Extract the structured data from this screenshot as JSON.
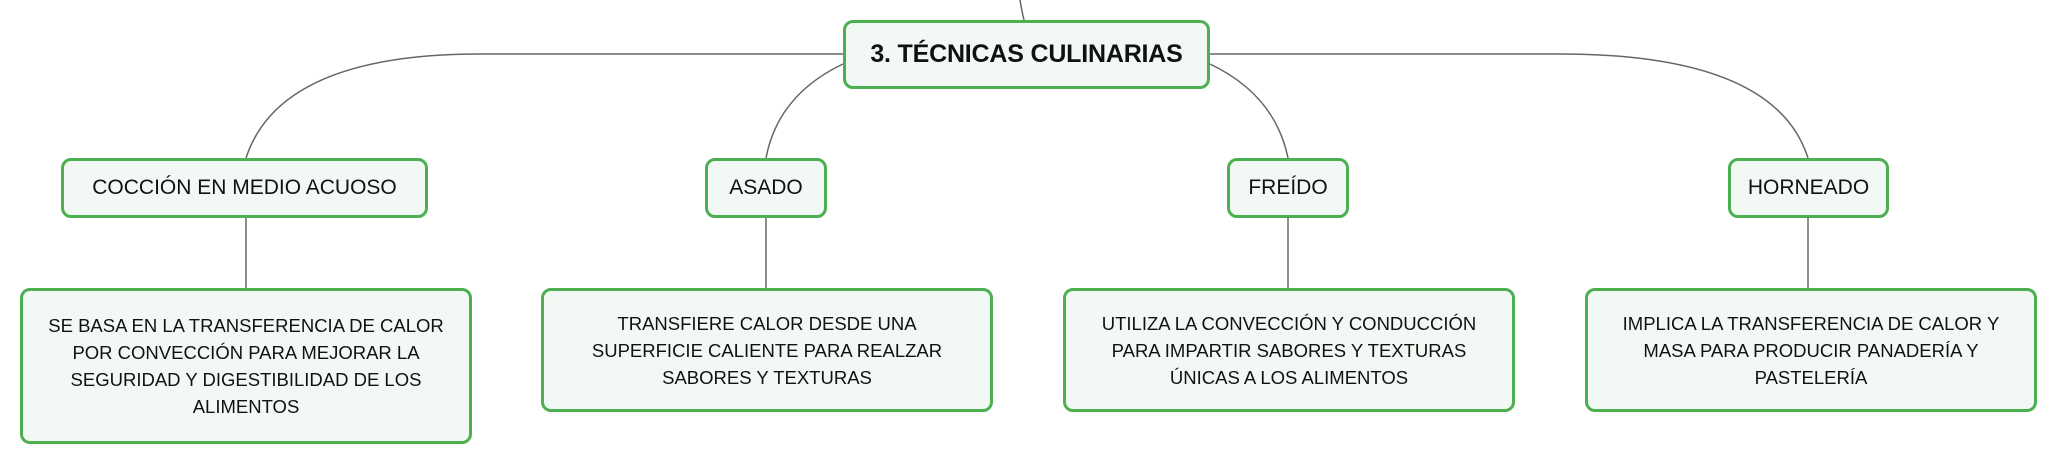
{
  "root": {
    "label": "3. TÉCNICAS CULINARIAS"
  },
  "topics": [
    {
      "label": "COCCIÓN EN MEDIO ACUOSO",
      "description": "SE BASA EN LA TRANSFERENCIA DE CALOR POR CONVECCIÓN PARA MEJORAR LA SEGURIDAD Y DIGESTIBILIDAD DE LOS ALIMENTOS"
    },
    {
      "label": "ASADO",
      "description": "TRANSFIERE CALOR DESDE UNA SUPERFICIE CALIENTE PARA REALZAR SABORES Y TEXTURAS"
    },
    {
      "label": "FREÍDO",
      "description": "UTILIZA LA CONVECCIÓN Y CONDUCCIÓN PARA IMPARTIR SABORES Y TEXTURAS ÚNICAS A LOS ALIMENTOS"
    },
    {
      "label": "HORNEADO",
      "description": "IMPLICA LA TRANSFERENCIA DE CALOR Y MASA PARA PRODUCIR PANADERÍA Y PASTELERÍA"
    }
  ],
  "colors": {
    "node_border": "#4caf50",
    "node_fill": "#f2f9f4",
    "connector": "#666666",
    "text": "#111111"
  }
}
